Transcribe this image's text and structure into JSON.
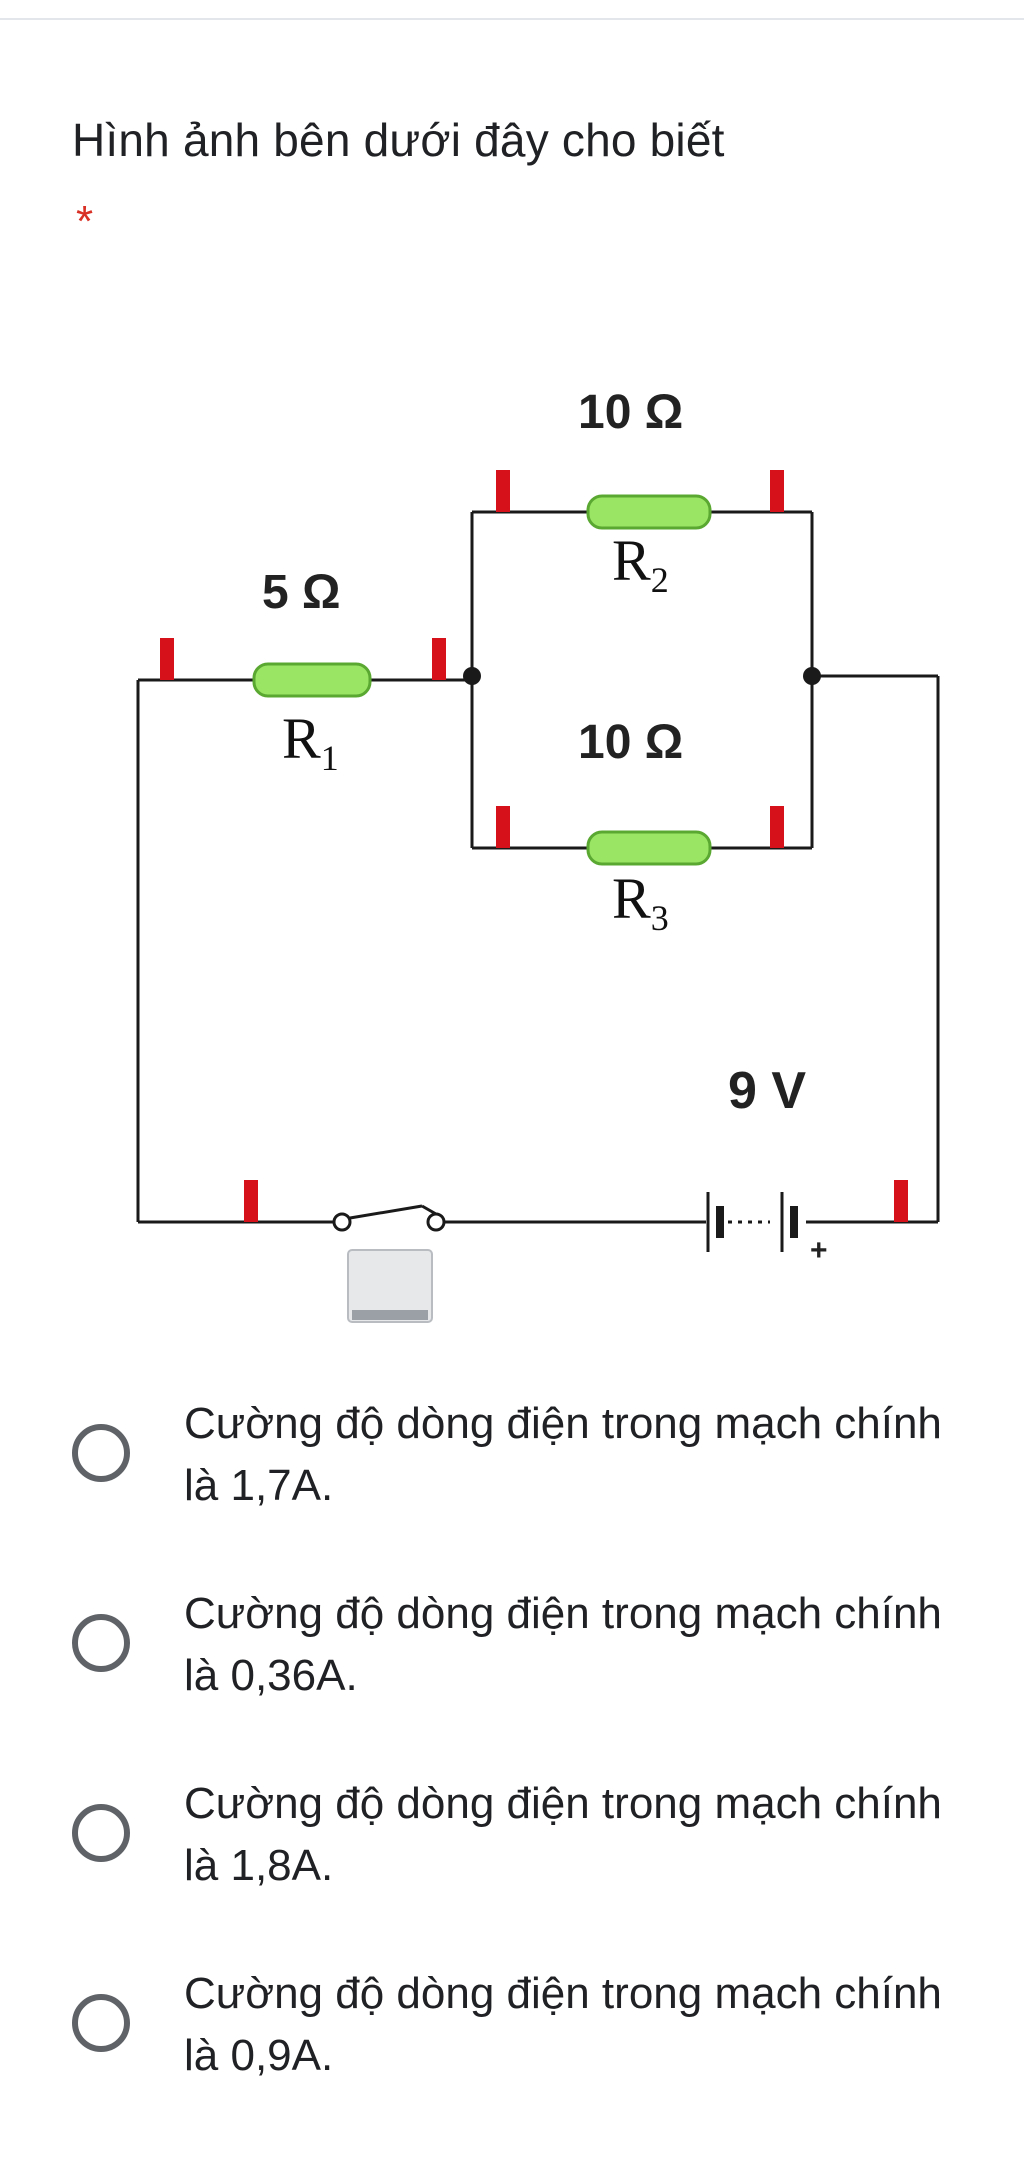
{
  "question": {
    "title": "Hình ảnh bên dưới đây cho biết",
    "required_marker": "*"
  },
  "circuit": {
    "r1": {
      "name": "R",
      "subscript": "1",
      "value": "5 Ω"
    },
    "r2": {
      "name": "R",
      "subscript": "2",
      "value": "10 Ω"
    },
    "r3": {
      "name": "R",
      "subscript": "3",
      "value": "10 Ω"
    },
    "battery": {
      "value": "9 V",
      "positive_mark": "+"
    },
    "colors": {
      "wire": "#1a1a1a",
      "resistor_fill": "#9be564",
      "resistor_stroke": "#5aa832",
      "terminal": "#d6111a",
      "switch_button": "#e6e8ea"
    }
  },
  "options": [
    {
      "label": "Cường độ dòng điện trong mạch chính là 1,7A."
    },
    {
      "label": "Cường độ dòng điện trong mạch chính là 0,36A."
    },
    {
      "label": "Cường độ dòng điện trong mạch chính là 1,8A."
    },
    {
      "label": "Cường độ dòng điện trong mạch chính là 0,9A."
    }
  ]
}
